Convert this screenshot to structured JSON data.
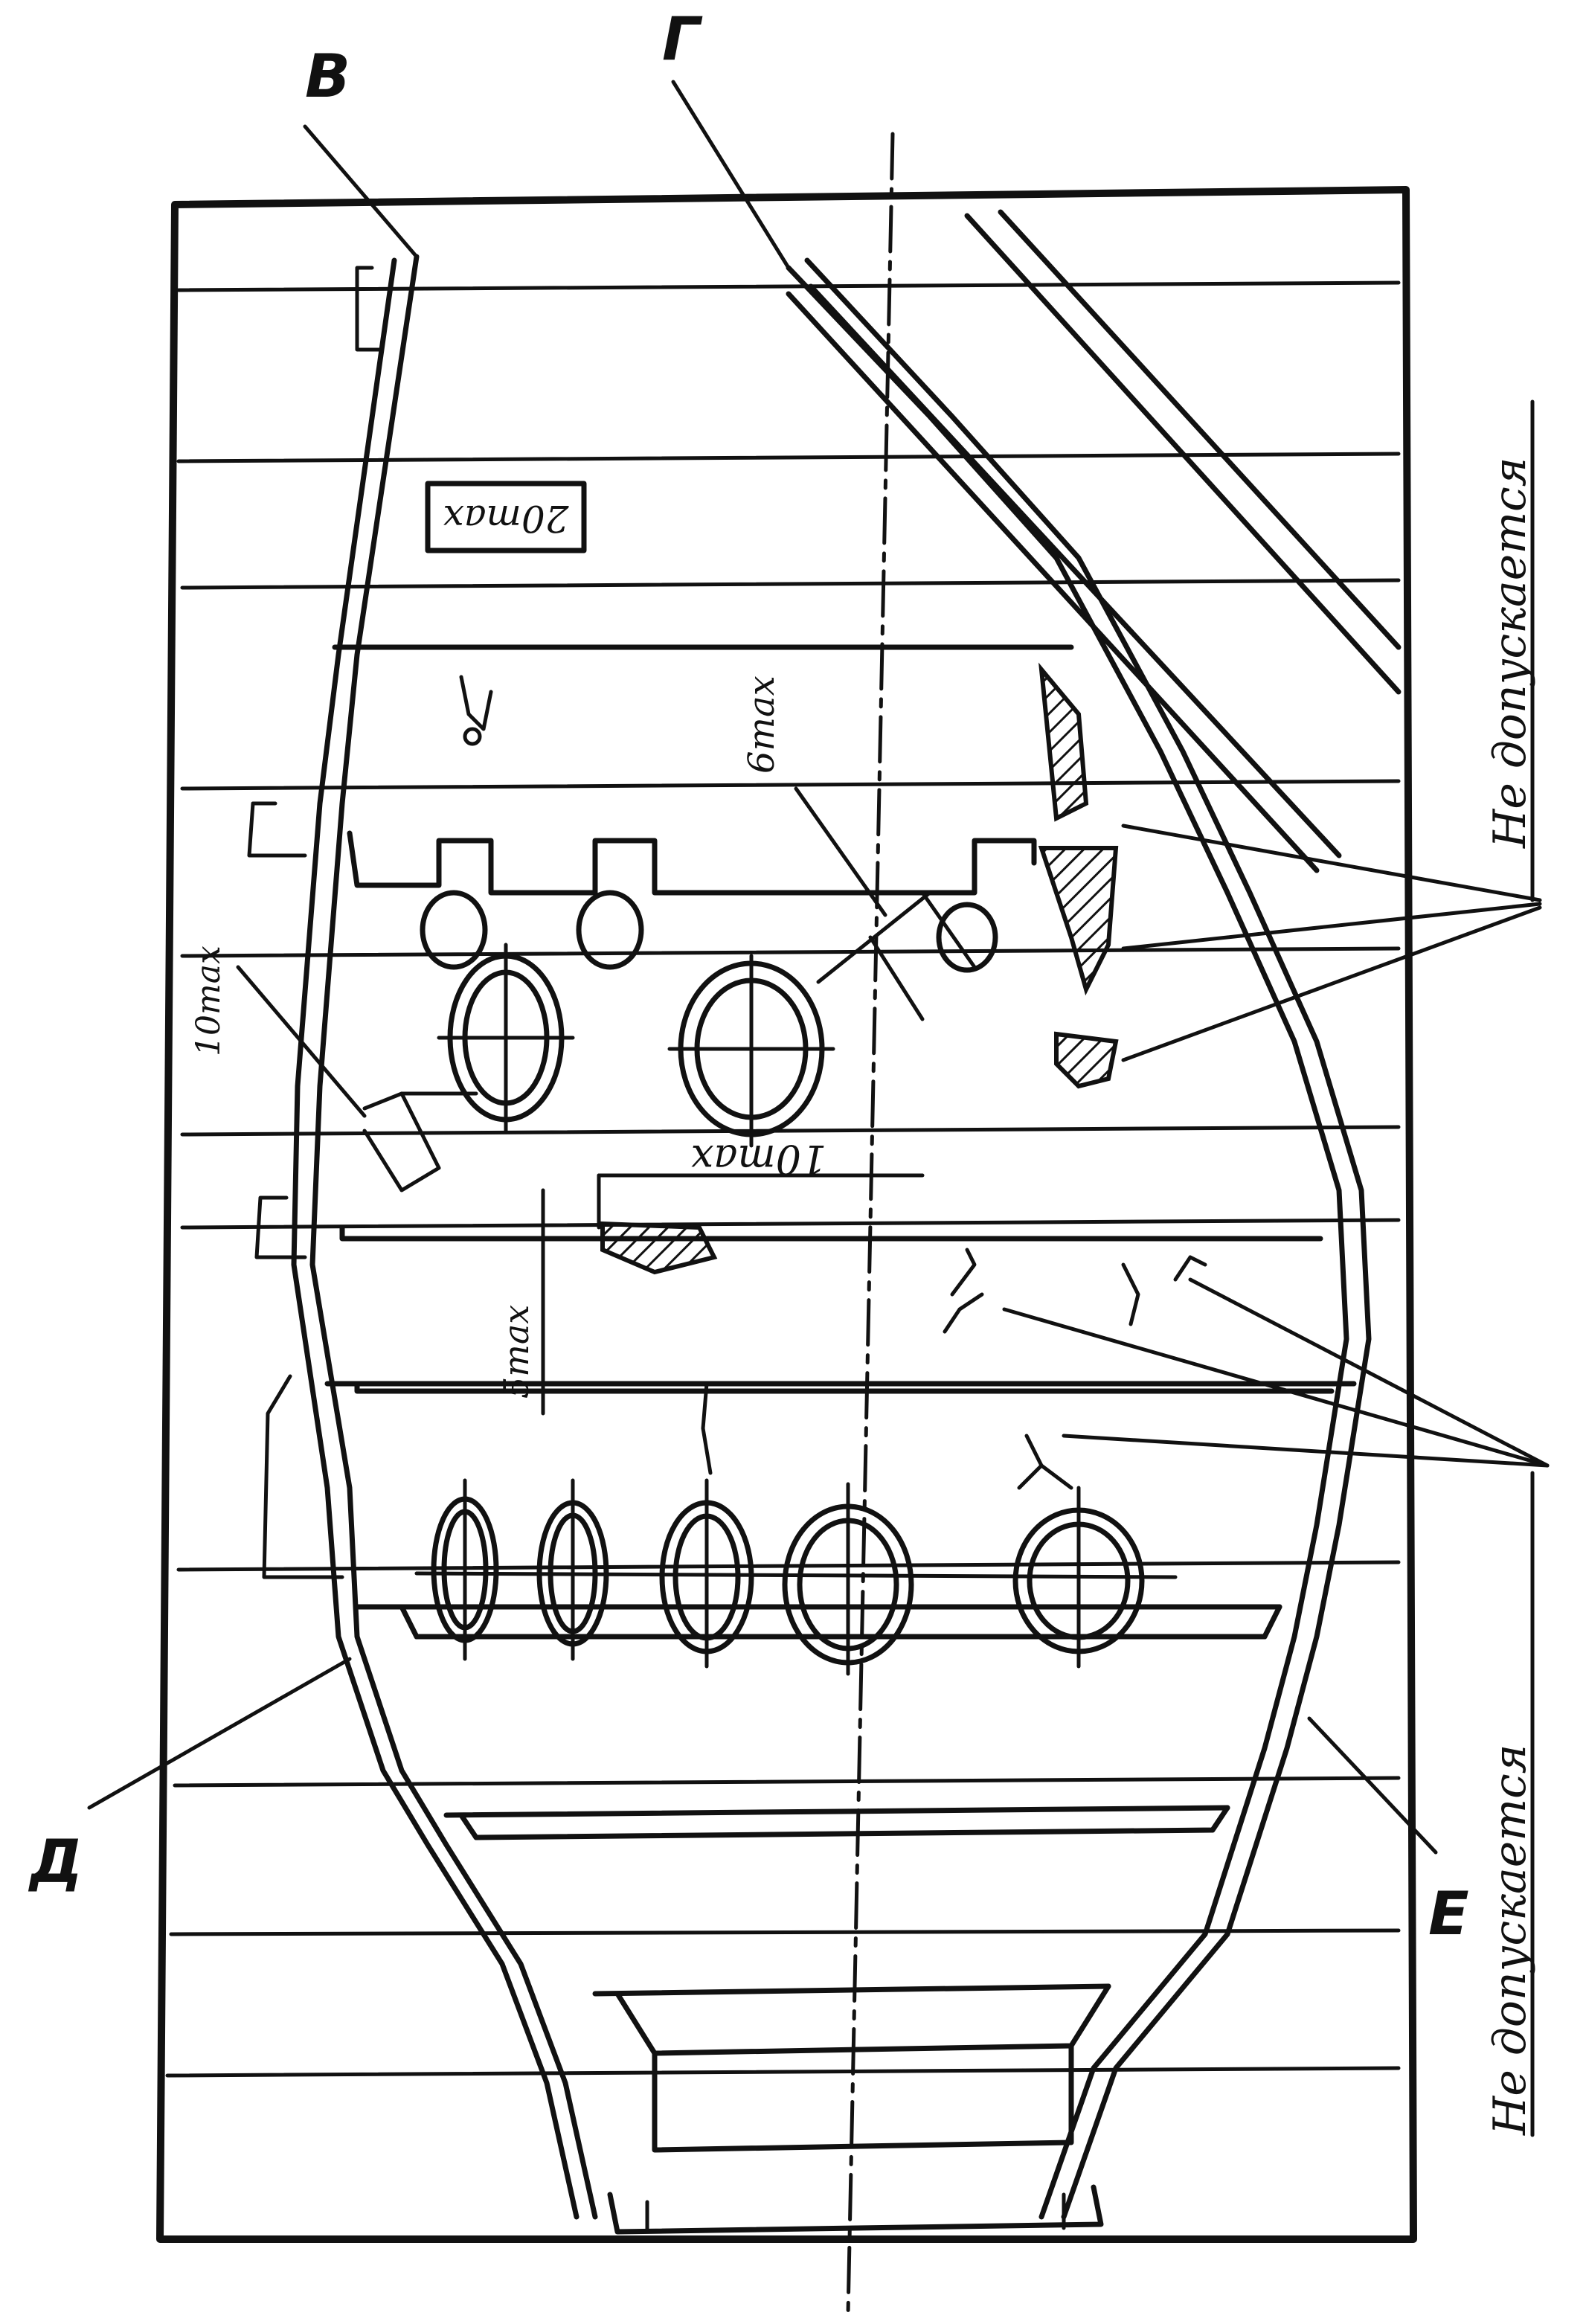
{
  "labels": {
    "V": "В",
    "G": "Г",
    "D": "Д",
    "E": "Е"
  },
  "dimensions": {
    "d20": "20max",
    "d6": "6max",
    "d10a": "10max",
    "d10b": "10max",
    "d5": "5max"
  },
  "notes": {
    "not_allowed_top": "Не допускается",
    "not_allowed_bottom": "Не допускается"
  },
  "colors": {
    "ink": "#111111",
    "paper": "#ffffff"
  }
}
